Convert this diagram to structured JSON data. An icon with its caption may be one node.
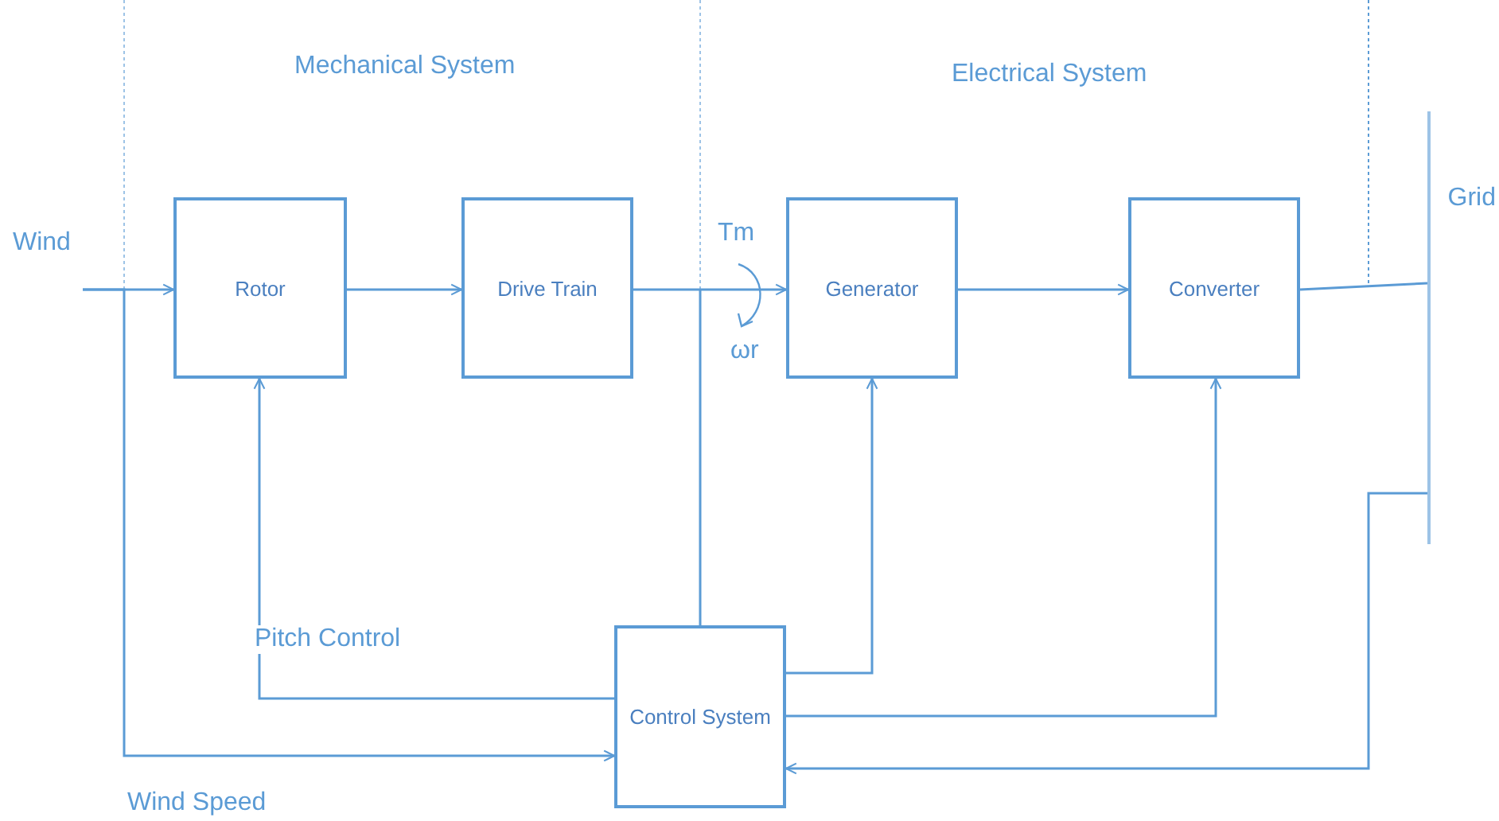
{
  "diagram": {
    "nodes": [
      {
        "text": [
          "Wind"
        ]
      },
      {
        "text": [
          "Rotor"
        ]
      },
      {
        "text": [
          "Drive Train"
        ]
      },
      {
        "text": [
          "Generator"
        ]
      },
      {
        "text": [
          "Converter"
        ]
      },
      {
        "text": [
          "Grid"
        ]
      },
      {
        "text": [
          "Control System"
        ]
      }
    ],
    "edges": [
      {
        "from": 0,
        "to": 1,
        "arrow": "to"
      },
      {
        "from": 1,
        "to": 2,
        "arrow": "to"
      },
      {
        "from": 2,
        "to": 3,
        "arrow": "to"
      },
      {
        "from": 3,
        "to": 4,
        "arrow": "to"
      },
      {
        "from": 4,
        "to": 5,
        "arrow": "none"
      },
      {
        "from": 6,
        "to": 1,
        "arrow": "to",
        "label": "Pitch Control"
      },
      {
        "from": 6,
        "to": 3,
        "arrow": "to"
      },
      {
        "from": 6,
        "to": 4,
        "arrow": "to"
      },
      {
        "from": 5,
        "to": 6,
        "arrow": "to"
      },
      {
        "from": 0,
        "to": 6,
        "arrow": "to",
        "label": "Wind Speed"
      },
      {
        "from": 6,
        "to": null,
        "arrow": "none"
      }
    ],
    "labels": [
      "Mechanical System",
      "Electrical System",
      "Tm",
      "ωr"
    ]
  }
}
